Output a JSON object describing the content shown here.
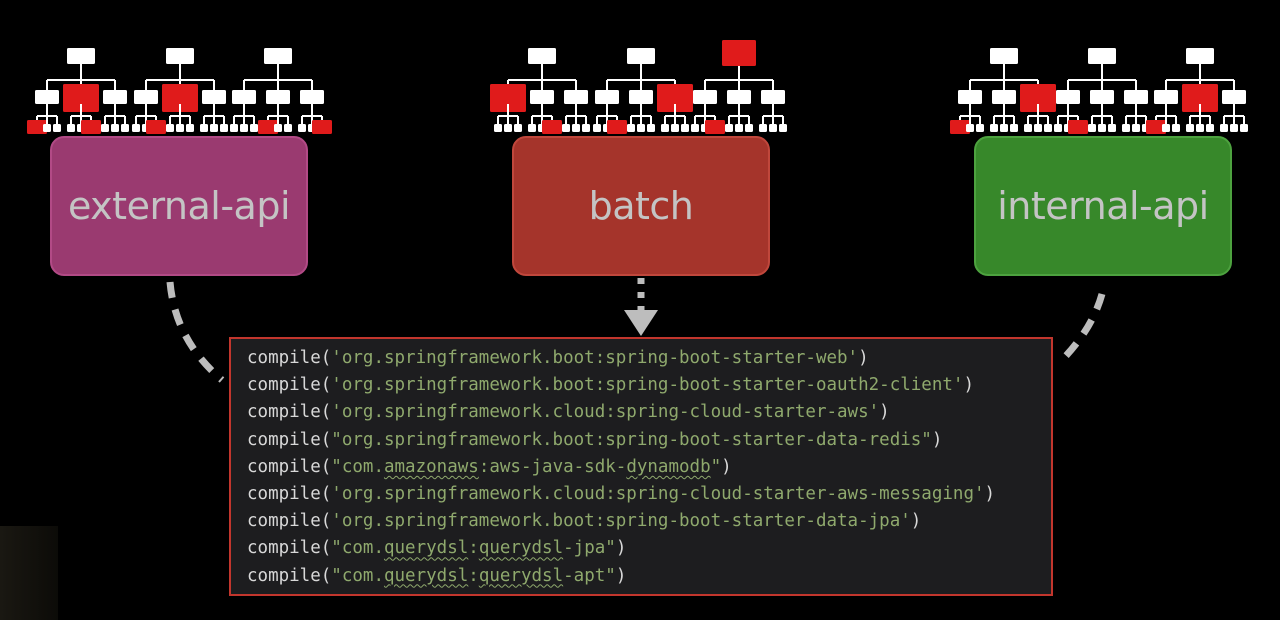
{
  "modules": [
    {
      "label": "external-api",
      "color": "#9a3a70"
    },
    {
      "label": "batch",
      "color": "#a5342b"
    },
    {
      "label": "internal-api",
      "color": "#37882a"
    }
  ],
  "code": {
    "lines": [
      {
        "fn": "compile(",
        "arg": "'org.springframework.boot:spring-boot-starter-web'",
        "end": ")"
      },
      {
        "fn": "compile(",
        "arg": "'org.springframework.boot:spring-boot-starter-oauth2-client'",
        "end": ")"
      },
      {
        "fn": "compile(",
        "arg": "'org.springframework.cloud:spring-cloud-starter-aws'",
        "end": ")"
      },
      {
        "fn": "compile(",
        "arg": "\"org.springframework.boot:spring-boot-starter-data-redis\"",
        "end": ")"
      },
      {
        "fn": "compile(",
        "arg": "\"com.amazonaws:aws-java-sdk-dynamodb\"",
        "end": ")"
      },
      {
        "fn": "compile(",
        "arg": "'org.springframework.cloud:spring-cloud-starter-aws-messaging'",
        "end": ")"
      },
      {
        "fn": "compile(",
        "arg": "'org.springframework.boot:spring-boot-starter-data-jpa'",
        "end": ")"
      },
      {
        "fn": "compile(",
        "arg": "\"com.querydsl:querydsl-jpa\"",
        "end": ")"
      },
      {
        "fn": "compile(",
        "arg": "\"com.querydsl:querydsl-apt\"",
        "end": ")"
      }
    ]
  },
  "colors": {
    "node_default": "#ffffff",
    "node_highlight": "#e01b1b",
    "code_string": "#8fa96d",
    "code_border": "#c2362d",
    "connector": "#bdbdbd"
  }
}
